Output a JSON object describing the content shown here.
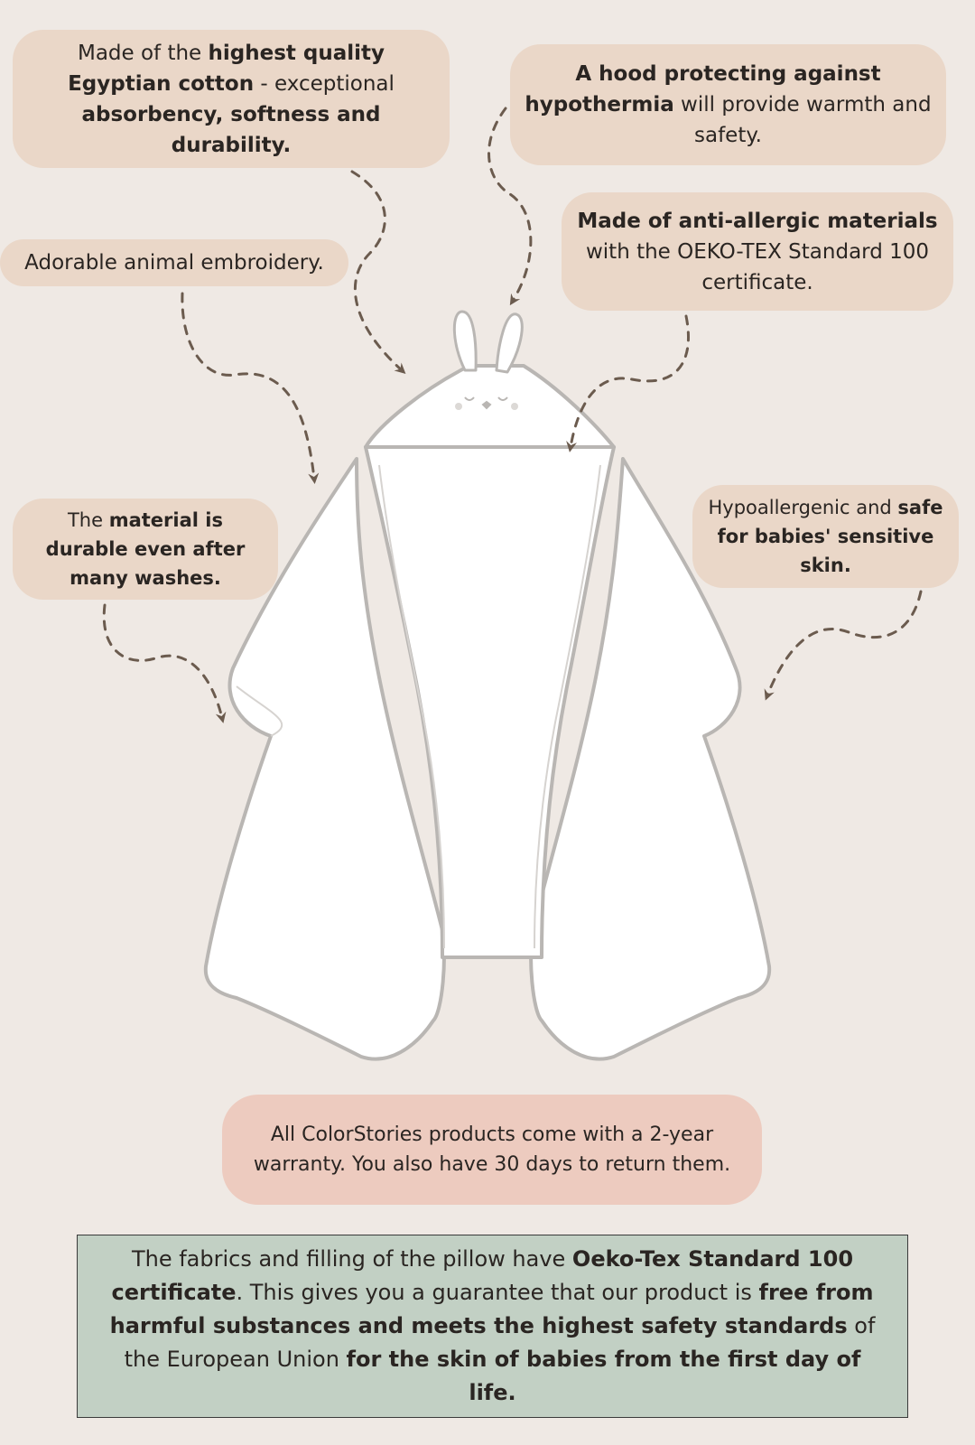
{
  "colors": {
    "background": "#efe9e4",
    "bubble": "#ead7c8",
    "warranty_bubble": "#edcbbf",
    "footer_box": "#c2d0c4",
    "arrow": "#6b5b4e"
  },
  "features": {
    "cotton": {
      "pre": "Made of the ",
      "bold1": "highest quality Egyptian cotton",
      "mid": " - exceptional ",
      "bold2": "absorbency, softness and durability."
    },
    "hood": {
      "bold": "A hood protecting against hypothermia",
      "rest": " will provide warmth and safety."
    },
    "anti_allergic": {
      "bold": "Made of anti-allergic materials",
      "rest": " with the OEKO-TEX Standard 100 certificate."
    },
    "embroidery": {
      "text": "Adorable animal embroidery."
    },
    "durable": {
      "pre": "The ",
      "bold": "material is durable even after many washes."
    },
    "hypoallergenic": {
      "pre": "Hypoallergenic and ",
      "bold": "safe for babies' sensitive skin."
    }
  },
  "warranty": {
    "text": "All ColorStories products come with a 2-year warranty. You also have 30 days to return them."
  },
  "footer": {
    "t1": "The fabrics and filling of the pillow have ",
    "b1": "Oeko-Tex Standard 100 certificate",
    "t2": ". This gives you a guarantee that our product is ",
    "b2": "free from harmful substances and meets the highest safety standards",
    "t3": " of the European Union ",
    "b3": "for the skin of babies from the first day of life."
  },
  "illustration": {
    "subject": "hooded-baby-towel-with-bunny-ears"
  }
}
